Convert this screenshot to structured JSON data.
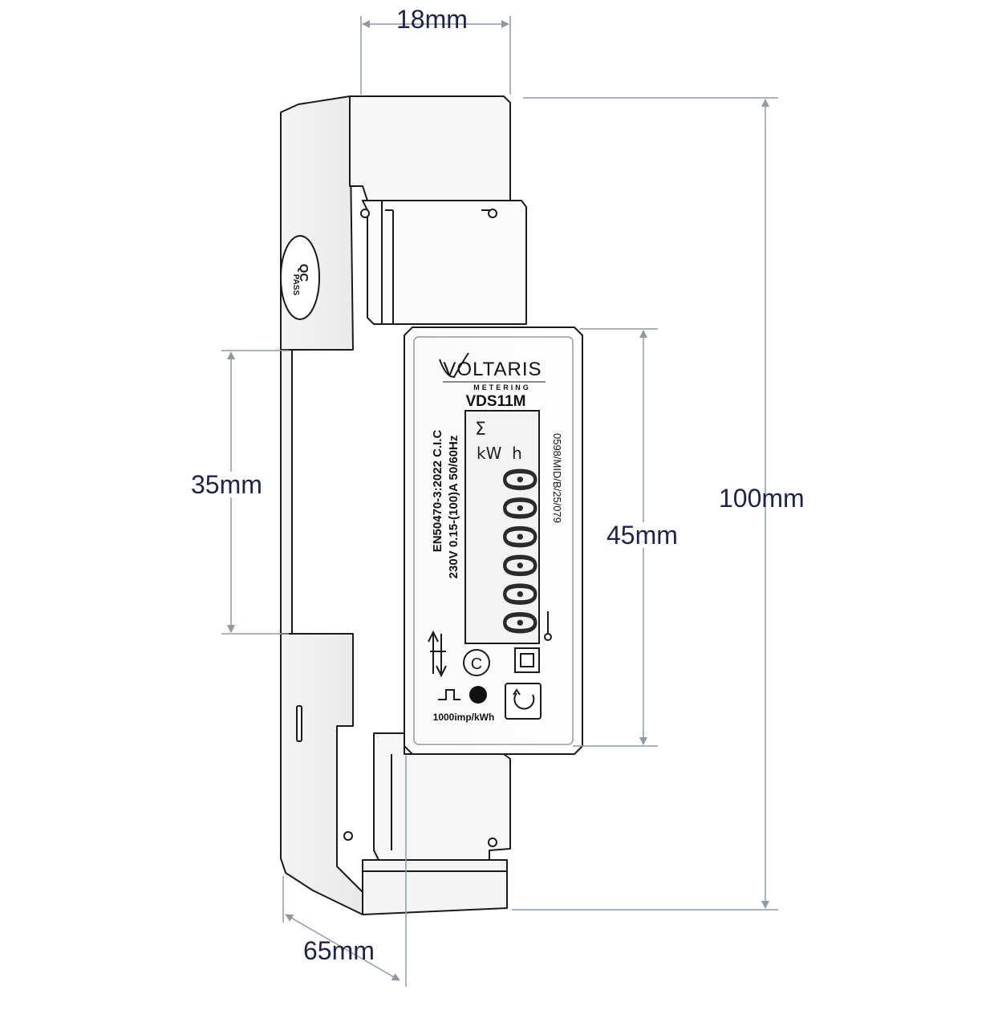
{
  "dimensions": {
    "width_top": "18mm",
    "height_total": "100mm",
    "rail_height": "35mm",
    "window_height": "45mm",
    "depth": "65mm"
  },
  "device": {
    "brand": "VOLTARIS",
    "brand_sub": "METERING",
    "model": "VDS11M",
    "spec_line1": "EN50470-3:2022 C.I.C",
    "spec_line2": "230V 0.15-(100)A 50/60Hz",
    "approval": "0598/MID/B/25/079",
    "pulse_rate": "1000imp/kWh",
    "qc_label": "QC",
    "qc_sub": "PASS",
    "lcd": {
      "sigma": "Σ",
      "unit": "kW  h",
      "digits": "000000",
      "class_mark": "C"
    }
  },
  "colors": {
    "dimension_lines": "#8f99a3",
    "label_text": "#1c2548",
    "body_outline": "#1a1a1a",
    "lcd_background": "#f3f3f3"
  }
}
